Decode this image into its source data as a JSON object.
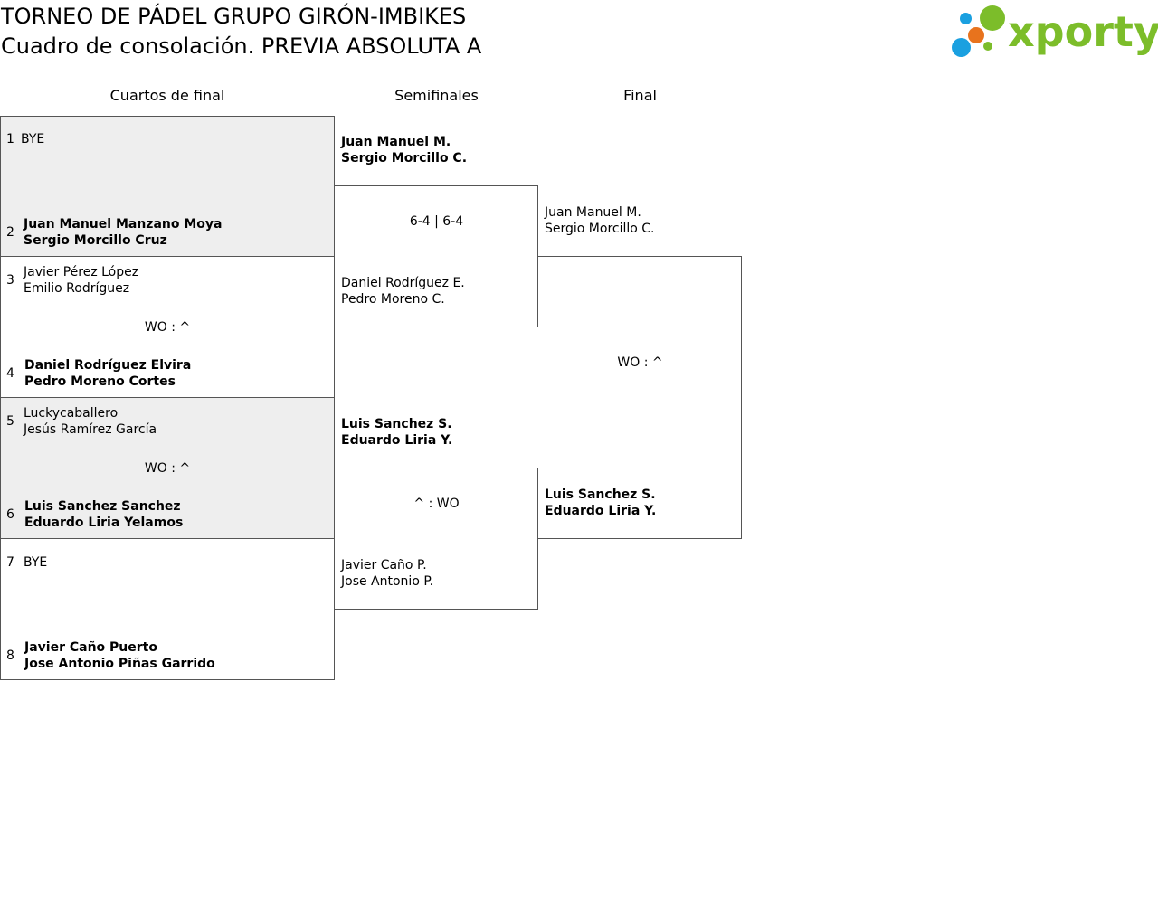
{
  "header": {
    "title_line1": "TORNEO DE PÁDEL GRUPO GIRÓN-IMBIKES",
    "title_line2": "Cuadro de consolación. PREVIA ABSOLUTA A",
    "logo_text": "xporty",
    "logo_colors": {
      "green": "#7cbd2a",
      "orange": "#e8731d",
      "blue": "#1aa0e0"
    }
  },
  "rounds": {
    "quarterfinals": "Cuartos de final",
    "semifinals": "Semifinales",
    "final": "Final"
  },
  "quarterfinals": [
    {
      "top": {
        "seed": "1",
        "line1": "BYE",
        "line2": ""
      },
      "bottom": {
        "seed": "2",
        "line1": "Juan Manuel Manzano Moya",
        "line2": "Sergio Morcillo Cruz"
      },
      "score": ""
    },
    {
      "top": {
        "seed": "3",
        "line1": "Javier Pérez López",
        "line2": "Emilio Rodríguez"
      },
      "bottom": {
        "seed": "4",
        "line1": "Daniel Rodríguez Elvira",
        "line2": "Pedro Moreno Cortes"
      },
      "score": "WO : ^"
    },
    {
      "top": {
        "seed": "5",
        "line1": "Luckycaballero",
        "line2": "Jesús Ramírez García"
      },
      "bottom": {
        "seed": "6",
        "line1": "Luis Sanchez Sanchez",
        "line2": "Eduardo Liria Yelamos"
      },
      "score": "WO : ^"
    },
    {
      "top": {
        "seed": "7",
        "line1": "BYE",
        "line2": ""
      },
      "bottom": {
        "seed": "8",
        "line1": "Javier Caño Puerto",
        "line2": "Jose Antonio Piñas Garrido"
      },
      "score": ""
    }
  ],
  "semifinals": [
    {
      "top": {
        "line1": "Juan Manuel M.",
        "line2": "Sergio Morcillo C."
      },
      "bottom": {
        "line1": "Daniel Rodríguez E.",
        "line2": "Pedro Moreno C."
      },
      "score": "6-4 | 6-4"
    },
    {
      "top": {
        "line1": "Luis Sanchez S.",
        "line2": "Eduardo Liria Y."
      },
      "bottom": {
        "line1": "Javier Caño P.",
        "line2": "Jose Antonio P."
      },
      "score": "^ : WO"
    }
  ],
  "final": {
    "top": {
      "line1": "Juan Manuel M.",
      "line2": "Sergio Morcillo C."
    },
    "bottom": {
      "line1": "Luis Sanchez S.",
      "line2": "Eduardo Liria Y."
    },
    "score": "WO : ^"
  }
}
